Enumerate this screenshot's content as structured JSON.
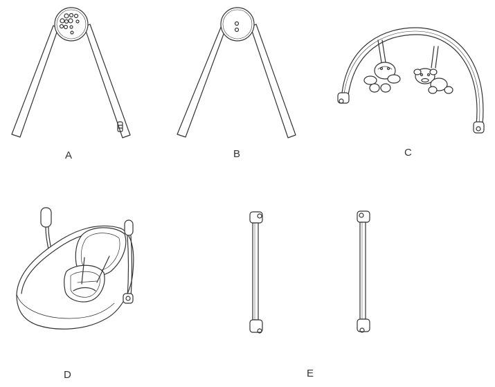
{
  "parts": [
    {
      "id": "A",
      "label": "A"
    },
    {
      "id": "B",
      "label": "B"
    },
    {
      "id": "C",
      "label": "C"
    },
    {
      "id": "D",
      "label": "D"
    },
    {
      "id": "E",
      "label": "E"
    }
  ],
  "colors": {
    "line": "#333333",
    "background": "#ffffff"
  }
}
